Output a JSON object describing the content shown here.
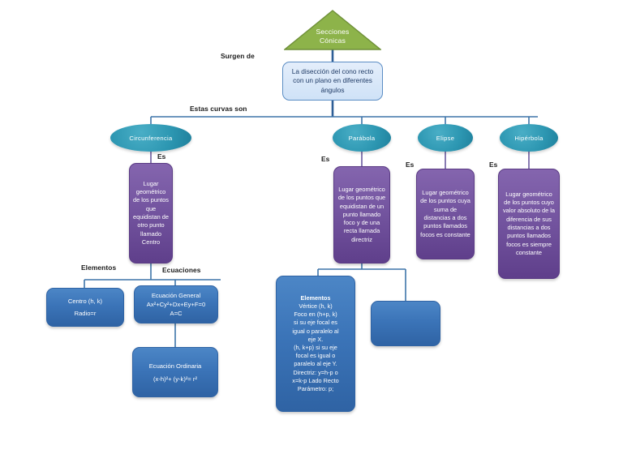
{
  "diagram": {
    "title": "Secciones Cónicas",
    "root": {
      "id": "secciones-conicas",
      "shape": "triangle",
      "line1": "Secciones",
      "line2": "Cónicas",
      "color": "#8DB34A"
    },
    "origin_box": {
      "id": "diseccion-cono",
      "shape": "rounded-rect",
      "text": "La disección del cono recto con un plano en diferentes ángulos",
      "color": "#CFE2F7"
    },
    "edge_labels": {
      "surgen_de": "Surgen de",
      "estas_curvas_son": "Estas curvas son",
      "es": "Es",
      "elementos": "Elementos",
      "ecuaciones": "Ecuaciones"
    },
    "curves": [
      {
        "id": "circunferencia",
        "name": "Circunferencia",
        "edge_label": "Es",
        "definition": "Lugar geométrico de los puntos que equidistan de otro punto llamado Centro"
      },
      {
        "id": "parabola",
        "name": "Parábola",
        "edge_label": "Es",
        "definition": "Lugar geométrico de los puntos que equidistan de un punto llamado foco y de una recta llamada directriz"
      },
      {
        "id": "elipse",
        "name": "Elipse",
        "edge_label": "Es",
        "definition": "Lugar geométrico de los puntos cuya suma de distancias a dos puntos llamados focos es constante"
      },
      {
        "id": "hiperbola",
        "name": "Hipérbola",
        "edge_label": "Es",
        "definition": "Lugar geométrico de los puntos cuyo valor absoluto de la diferencia de sus distancias a dos puntos llamados focos es siempre constante"
      }
    ],
    "circunferencia_detail": {
      "elementos_label": "Elementos",
      "ecuaciones_label": "Ecuaciones",
      "elementos_box": {
        "line1": "Centro (h, k)",
        "line2": "Radio=r"
      },
      "ecuacion_general": {
        "title": "Ecuación General",
        "formula": "Ax²+Cy²+Dx+Ey+F=0",
        "condition": "A=C"
      },
      "ecuacion_ordinaria": {
        "title": "Ecuación Ordinaria",
        "formula": "(x-h)²+ (y-k)²= r²"
      }
    },
    "parabola_detail": {
      "elementos_box": {
        "title": "Elementos",
        "line1": "Vértice (h, k)",
        "line2": "Foco en (h+p, k)",
        "line3": "si su eje focal es",
        "line4": "igual o paralelo al",
        "line5": "eje X.",
        "line6": "(h, k+p) si su eje",
        "line7": "focal es igual o",
        "line8": "paralelo al eje Y.",
        "line9": "Directriz: y=h-p o",
        "line10": "x=k-p Lado Recto",
        "line11": "Parámetro: p;"
      }
    },
    "empty_box": {
      "id": "empty-blue-box",
      "text": ""
    },
    "palette": {
      "triangle_green": "#8DB34A",
      "ellipse_teal": "#2D97B2",
      "purple": "#7455A0",
      "blue": "#3B74B8",
      "light_blue": "#CFE2F7",
      "connector": "#3D74A8",
      "text_dark": "#1A1A1A"
    }
  }
}
